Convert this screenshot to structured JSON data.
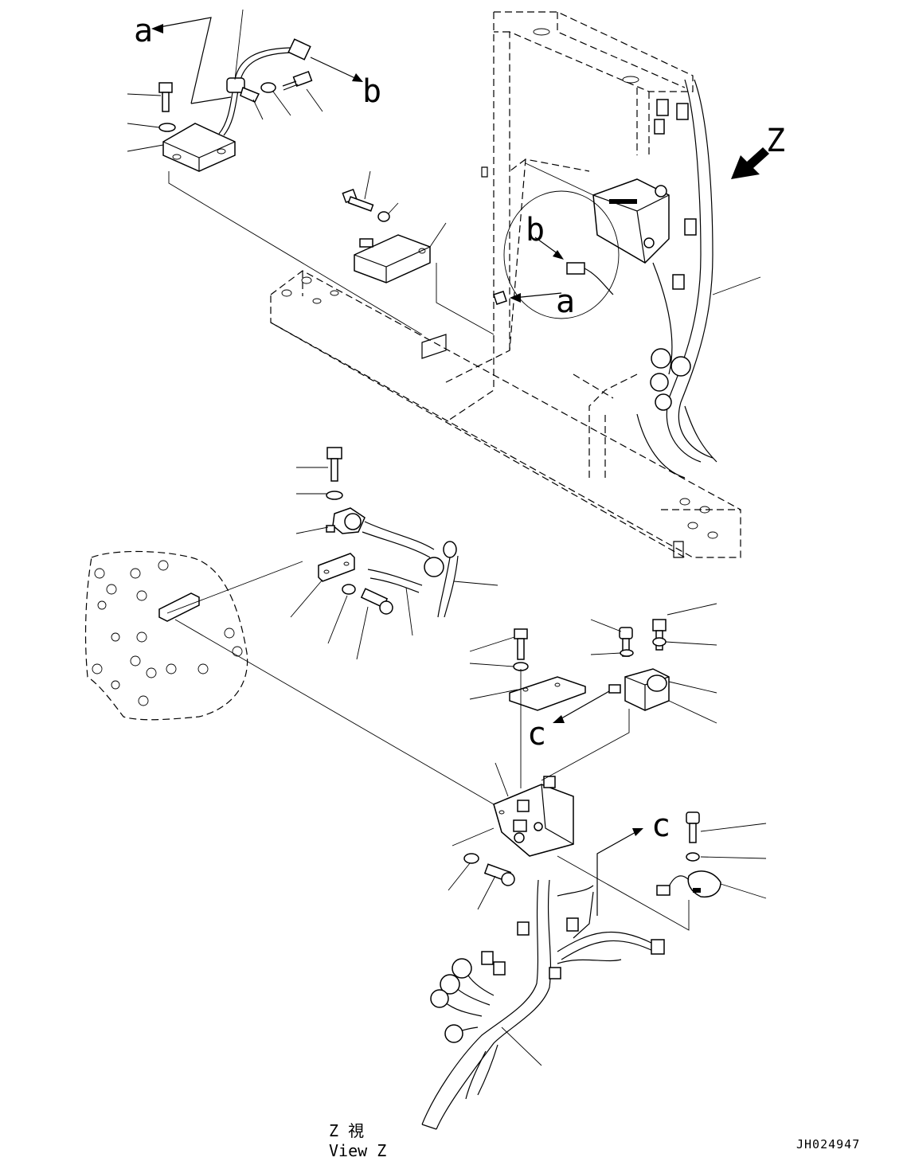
{
  "labels": {
    "a_upper": "a",
    "b_upper": "b",
    "z_arrow": "Z",
    "b_inset": "b",
    "a_inset": "a",
    "c_left": "c",
    "c_right": "c"
  },
  "caption": {
    "line1": "Z 視",
    "line2": "View Z"
  },
  "drawing_code": "JH024947"
}
